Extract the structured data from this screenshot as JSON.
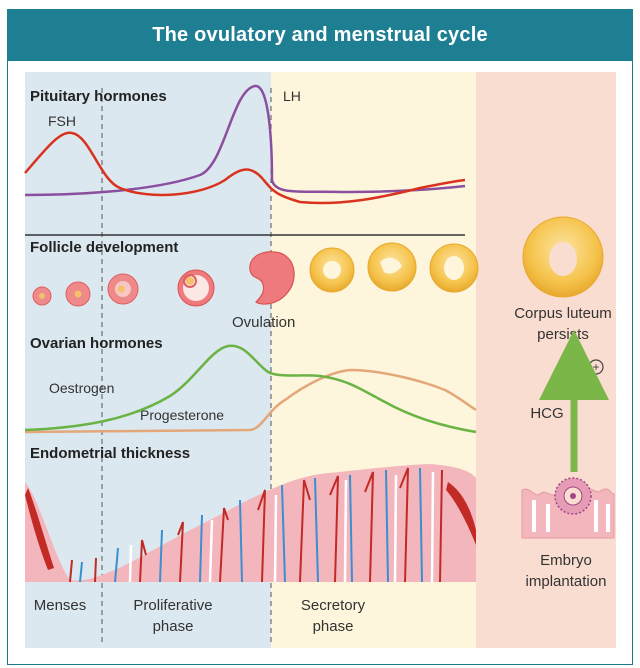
{
  "header": {
    "title": "The ovulatory and menstrual cycle"
  },
  "sections": {
    "pituitary": "Pituitary hormones",
    "follicle": "Follicle development",
    "ovarian": "Ovarian hormones",
    "endometrial": "Endometrial thickness"
  },
  "labels": {
    "fsh": "FSH",
    "lh": "LH",
    "ovulation": "Ovulation",
    "oestrogen": "Oestrogen",
    "progesterone": "Progesterone",
    "corpus_luteum_1": "Corpus luteum",
    "corpus_luteum_2": "persists",
    "hcg": "HCG",
    "plus": "+",
    "embryo_1": "Embryo",
    "embryo_2": "implantation"
  },
  "phases": {
    "menses": "Menses",
    "proliferative_1": "Proliferative",
    "proliferative_2": "phase",
    "secretory_1": "Secretory",
    "secretory_2": "phase"
  },
  "colors": {
    "header": "#1f7f92",
    "proliferative_bg": "#dce8ef",
    "secretory_bg": "#fdf6dc",
    "pregnancy_bg": "#f9ddd0",
    "fsh": "#d9331f",
    "lh": "#8a4f9e",
    "oestrogen": "#6ab344",
    "progesterone": "#e3a77a",
    "hcg_arrow": "#7ab648",
    "endometrium": "#f4b6bd",
    "corpus_luteum": "#f5c34b"
  }
}
